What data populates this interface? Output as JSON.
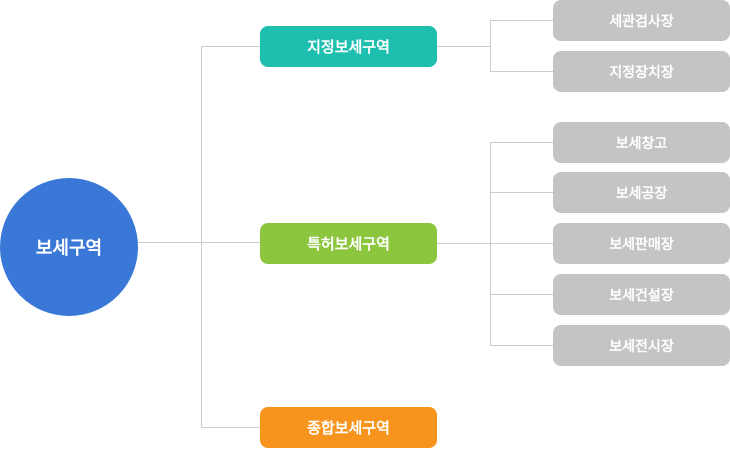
{
  "colors": {
    "root": "#3a78d8",
    "designated": "#1fbfb0",
    "patent": "#8cc63f",
    "comprehensive": "#f7941d",
    "leaf": "#c4c4c4",
    "line": "#cccccc"
  },
  "root": {
    "label": "보세구역"
  },
  "categories": [
    {
      "label": "지정보세구역",
      "items": [
        "세관검사장",
        "지정장치장"
      ]
    },
    {
      "label": "특허보세구역",
      "items": [
        "보세창고",
        "보세공장",
        "보세판매장",
        "보세건설장",
        "보세전시장"
      ]
    },
    {
      "label": "종합보세구역",
      "items": []
    }
  ]
}
